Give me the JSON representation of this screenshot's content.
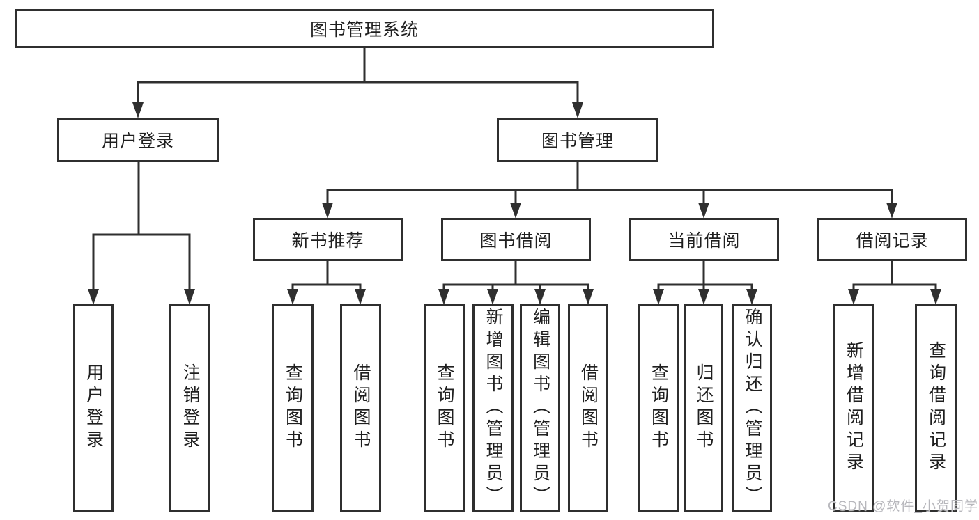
{
  "tree": {
    "root": {
      "label": "图书管理系统",
      "children": [
        {
          "label": "用户登录",
          "children": [
            {
              "label": "用户登录"
            },
            {
              "label": "注销登录"
            }
          ]
        },
        {
          "label": "图书管理",
          "children": [
            {
              "label": "新书推荐",
              "children": [
                {
                  "label": "查询图书"
                },
                {
                  "label": "借阅图书"
                }
              ]
            },
            {
              "label": "图书借阅",
              "children": [
                {
                  "label": "查询图书"
                },
                {
                  "label": "新增图书（管理员）"
                },
                {
                  "label": "编辑图书（管理员）"
                },
                {
                  "label": "借阅图书"
                }
              ]
            },
            {
              "label": "当前借阅",
              "children": [
                {
                  "label": "查询图书"
                },
                {
                  "label": "归还图书"
                },
                {
                  "label": "确认归还（管理员）"
                }
              ]
            },
            {
              "label": "借阅记录",
              "children": [
                {
                  "label": "新增借阅记录"
                },
                {
                  "label": "查询借阅记录"
                }
              ]
            }
          ]
        }
      ]
    }
  },
  "watermark": "CSDN @软件_小贺同学",
  "colors": {
    "line": "#2f2f2f",
    "text": "#1f1f1f",
    "background": "#ffffff",
    "watermark": "#b7b7bc"
  }
}
